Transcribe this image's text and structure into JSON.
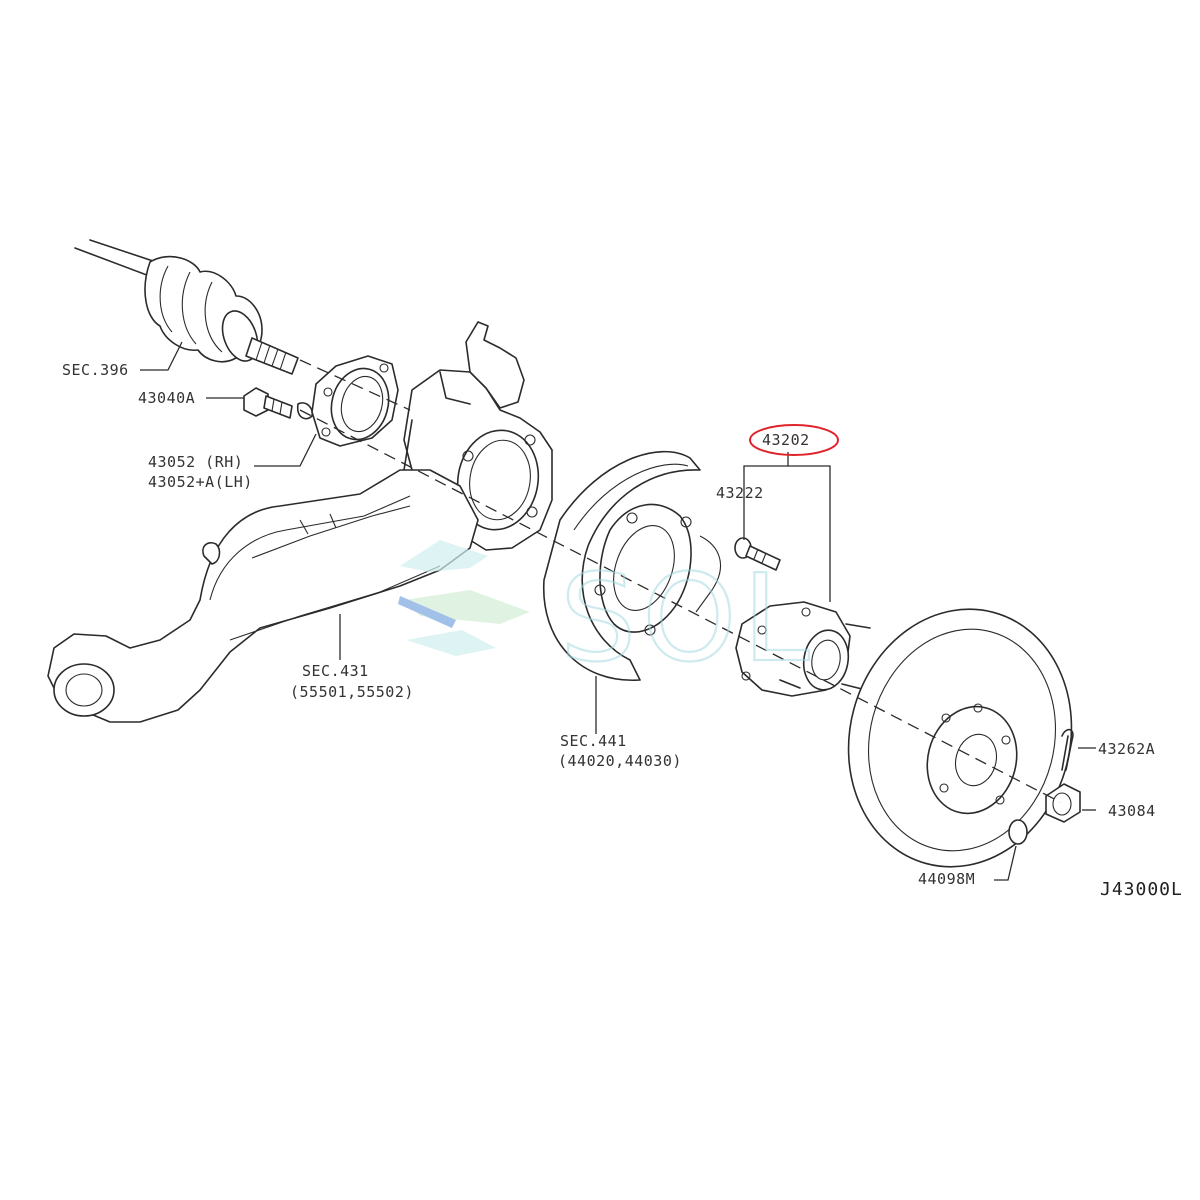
{
  "labels": {
    "sec_396": "SEC.396",
    "p43040a": "43040A",
    "p43052_rh": "43052 (RH)",
    "p43052_lh": "43052+A(LH)",
    "sec_431": "SEC.431",
    "sec_431_sub": "(55501,55502)",
    "sec_441": "SEC.441",
    "sec_441_sub": "(44020,44030)",
    "p43202": "43202",
    "p43222": "43222",
    "p43262a": "43262A",
    "p43084": "43084",
    "p44098m": "44098M",
    "diagram_id": "J43000L"
  },
  "watermark": {
    "text": "SOL",
    "color": "#9fd9df"
  },
  "highlight_color": "#e0242b"
}
